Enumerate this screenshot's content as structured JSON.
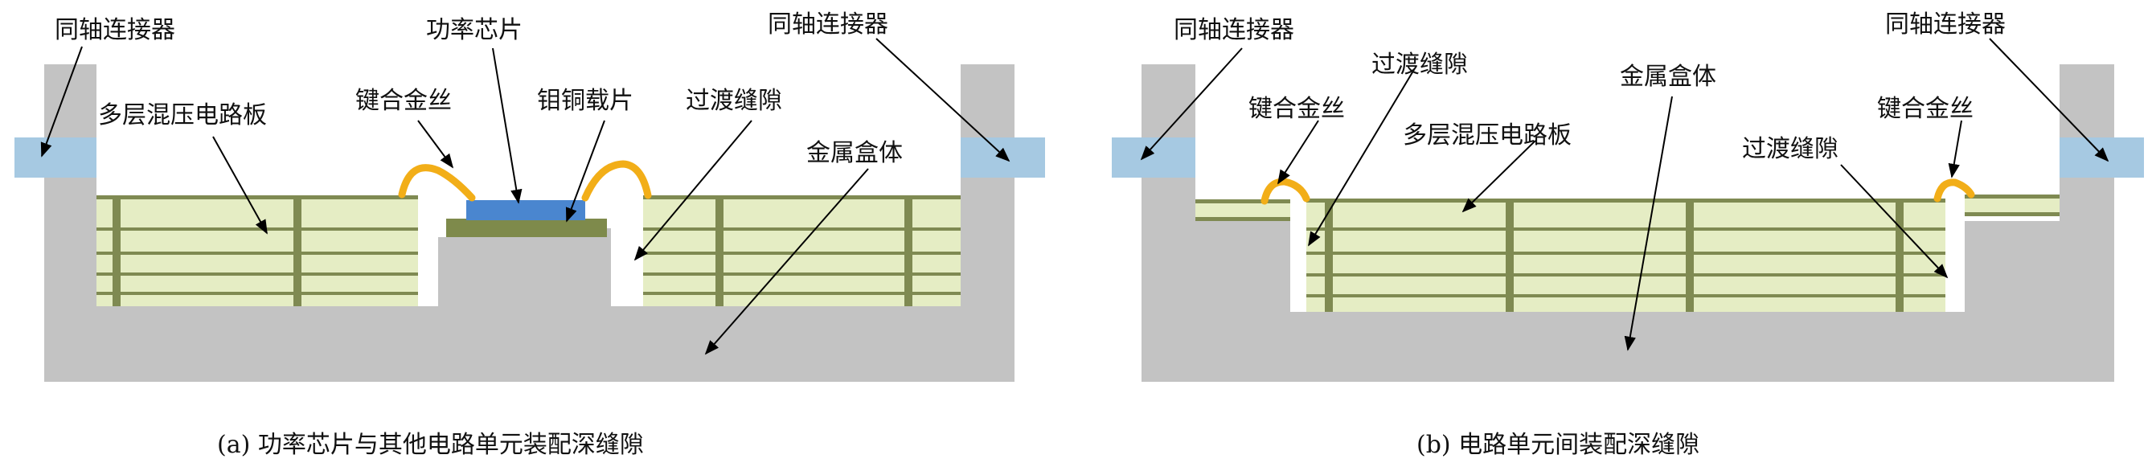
{
  "panels": [
    {
      "caption": "(a) 功率芯片与其他电路单元装配深缝隙",
      "labels": {
        "coax_left": "同轴连接器",
        "coax_right": "同轴连接器",
        "pcb": "多层混压电路板",
        "bond_wire": "键合金丝",
        "power_chip": "功率芯片",
        "carrier": "钼铜载片",
        "gap": "过渡缝隙",
        "metal_box": "金属盒体"
      }
    },
    {
      "caption": "(b) 电路单元间装配深缝隙",
      "labels": {
        "coax_left": "同轴连接器",
        "coax_right": "同轴连接器",
        "gap_left": "过渡缝隙",
        "bond_wire_left": "键合金丝",
        "metal_box": "金属盒体",
        "pcb": "多层混压电路板",
        "bond_wire_right": "键合金丝",
        "gap_right": "过渡缝隙"
      }
    }
  ],
  "colors": {
    "metal": "#c3c3c3",
    "coax": "#a6c9e2",
    "pcb_layer": "#e5edc4",
    "pcb_via": "#7f8a52",
    "gold_wire": "#f2ae18",
    "chip": "#4a86cf",
    "carrier": "#7e8a4b"
  }
}
